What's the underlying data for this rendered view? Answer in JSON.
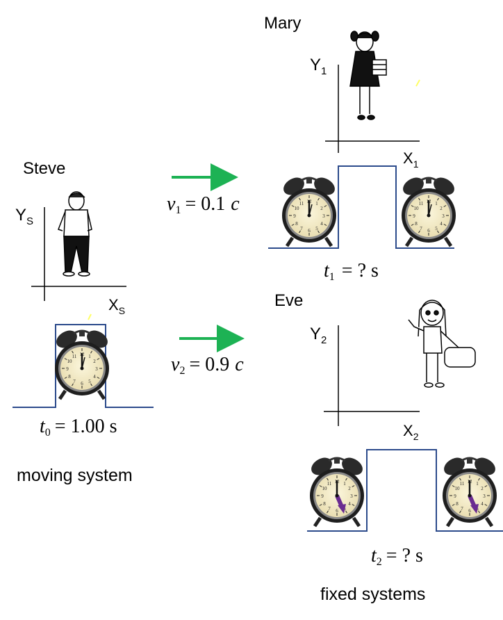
{
  "steve": {
    "name": "Steve",
    "y_axis": "Y",
    "y_sub": "S",
    "x_axis": "X",
    "x_sub": "S",
    "time_label": "t",
    "time_sub": "0",
    "time_value": "= 1.00 s"
  },
  "mary": {
    "name": "Mary",
    "y_axis": "Y",
    "y_sub": "1",
    "x_axis": "X",
    "x_sub": "1",
    "time_label": "t",
    "time_sub": "1",
    "time_value": "= ? s"
  },
  "eve": {
    "name": "Eve",
    "y_axis": "Y",
    "y_sub": "2",
    "x_axis": "X",
    "x_sub": "2",
    "time_label": "t",
    "time_sub": "2",
    "time_value": "= ? s"
  },
  "velocity1": {
    "symbol": "v",
    "sub": "1",
    "value": "= 0.1",
    "unit": "c"
  },
  "velocity2": {
    "symbol": "v",
    "sub": "2",
    "value": "= 0.9",
    "unit": "c"
  },
  "captions": {
    "moving": "moving system",
    "fixed": "fixed systems"
  },
  "colors": {
    "arrow": "#1db254",
    "pulse_line": "#2b4a8b",
    "clock_hand_purple": "#6a2c91",
    "spark": "#ffff66"
  }
}
